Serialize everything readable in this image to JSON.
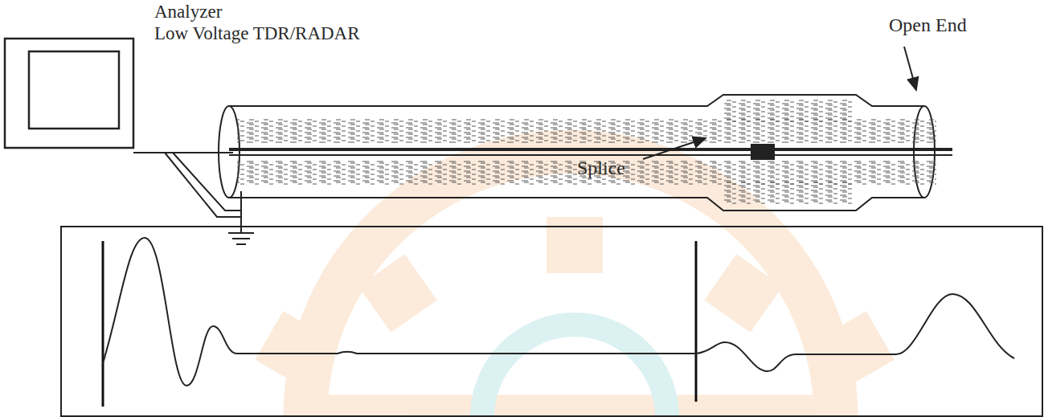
{
  "diagram": {
    "labels": [
      "Analyzer",
      "Low Voltage TDR/RADAR",
      "Open End",
      "Splice"
    ]
  }
}
